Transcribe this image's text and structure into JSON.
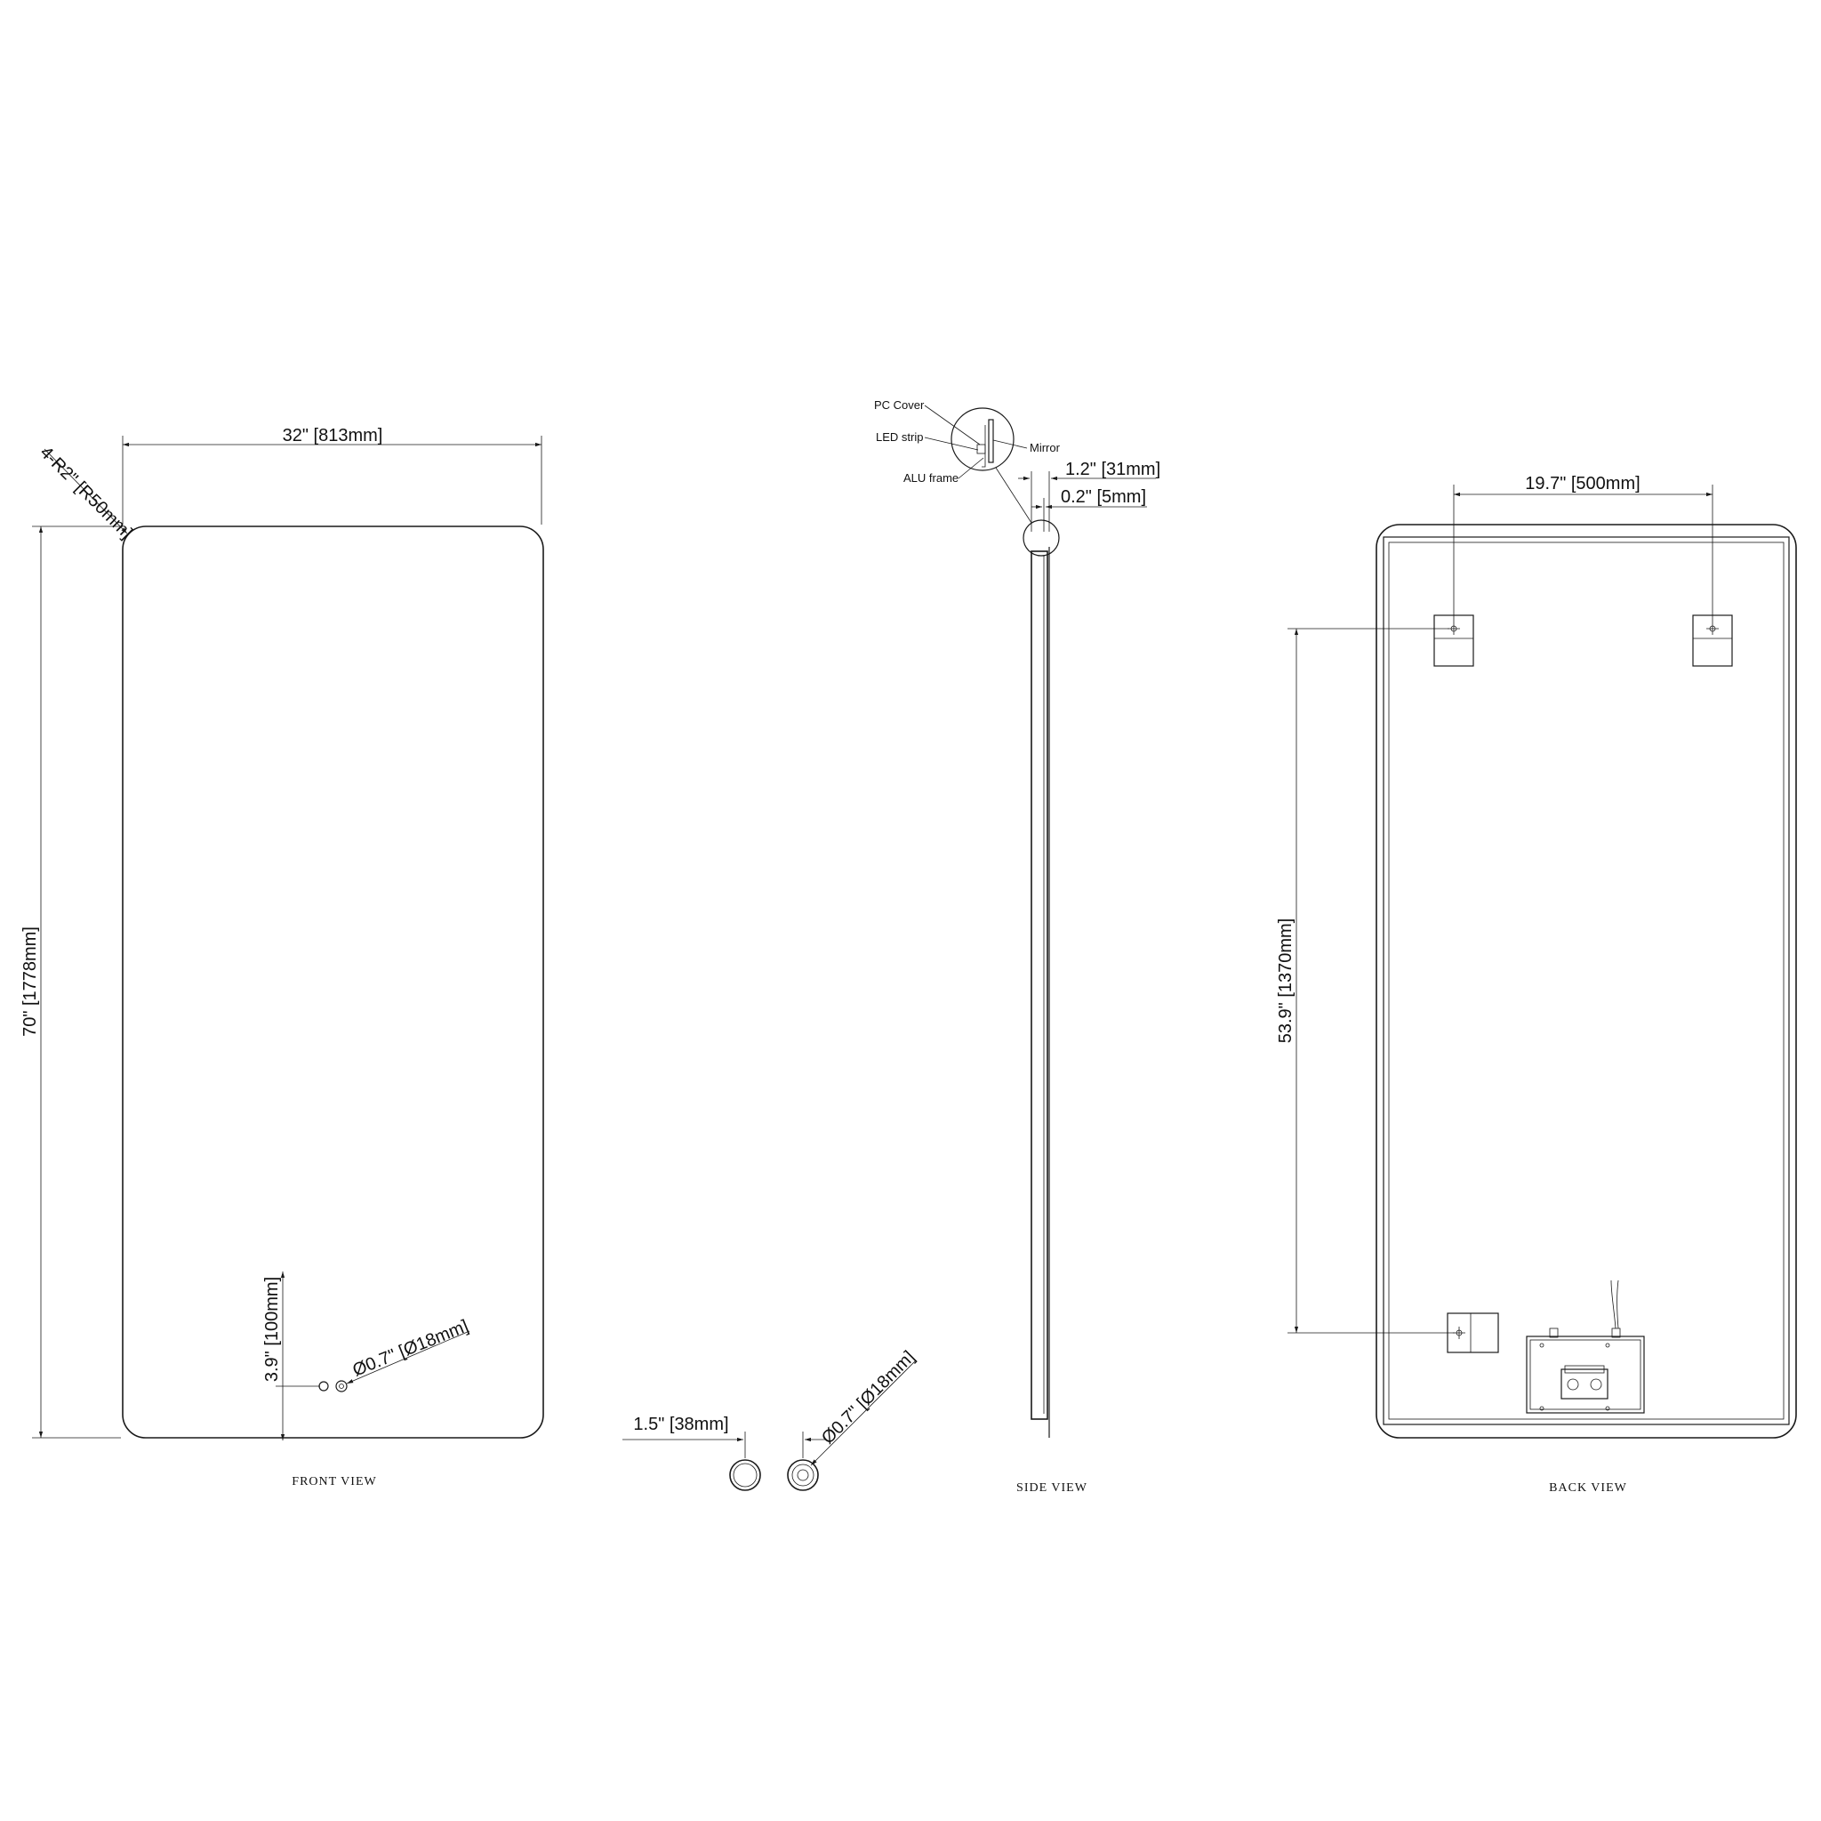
{
  "front": {
    "width_label": "32\" [813mm]",
    "height_label": "70\" [1778mm]",
    "radius_label": "4-R2\" [R50mm]",
    "sensor_offset_label": "3.9\" [100mm]",
    "sensor_dia_label": "Ø0.7\" [Ø18mm]",
    "view_label": "FRONT VIEW"
  },
  "detail": {
    "spacing_label": "1.5\" [38mm]",
    "dia_label": "Ø0.7\" [Ø18mm]"
  },
  "side": {
    "callouts": {
      "pc_cover": "PC Cover",
      "led_strip": "LED strip",
      "mirror": "Mirror",
      "alu_frame": "ALU frame"
    },
    "depth_label": "1.2\" [31mm]",
    "glass_label": "0.2\" [5mm]",
    "view_label": "SIDE VIEW"
  },
  "back": {
    "bracket_spacing_label": "19.7\" [500mm]",
    "bracket_height_label": "53.9\" [1370mm]",
    "view_label": "BACK VIEW"
  }
}
